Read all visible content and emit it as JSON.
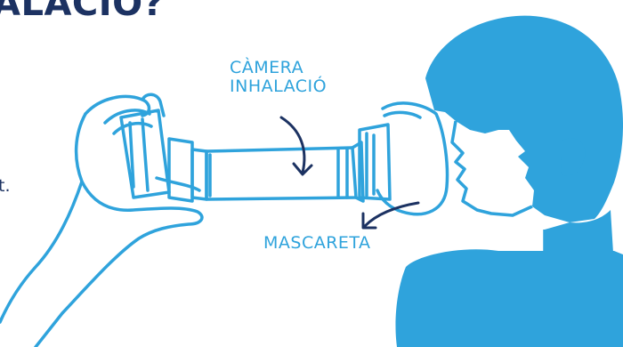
{
  "heading": "ALACIÓ?",
  "side_fragment": "t.",
  "labels": {
    "chamber_line1": "CÀMERA",
    "chamber_line2": "INHALACIÓ",
    "mask": "MASCARETA"
  },
  "colors": {
    "heading": "#1c3262",
    "side_text": "#1c3262",
    "accent": "#2fa3dc",
    "fill": "#2fa3dc",
    "background": "#ffffff"
  },
  "icons": [
    "hand-illustration",
    "spacer-chamber-illustration",
    "face-mask-illustration",
    "child-head-illustration",
    "arrow-icon"
  ]
}
